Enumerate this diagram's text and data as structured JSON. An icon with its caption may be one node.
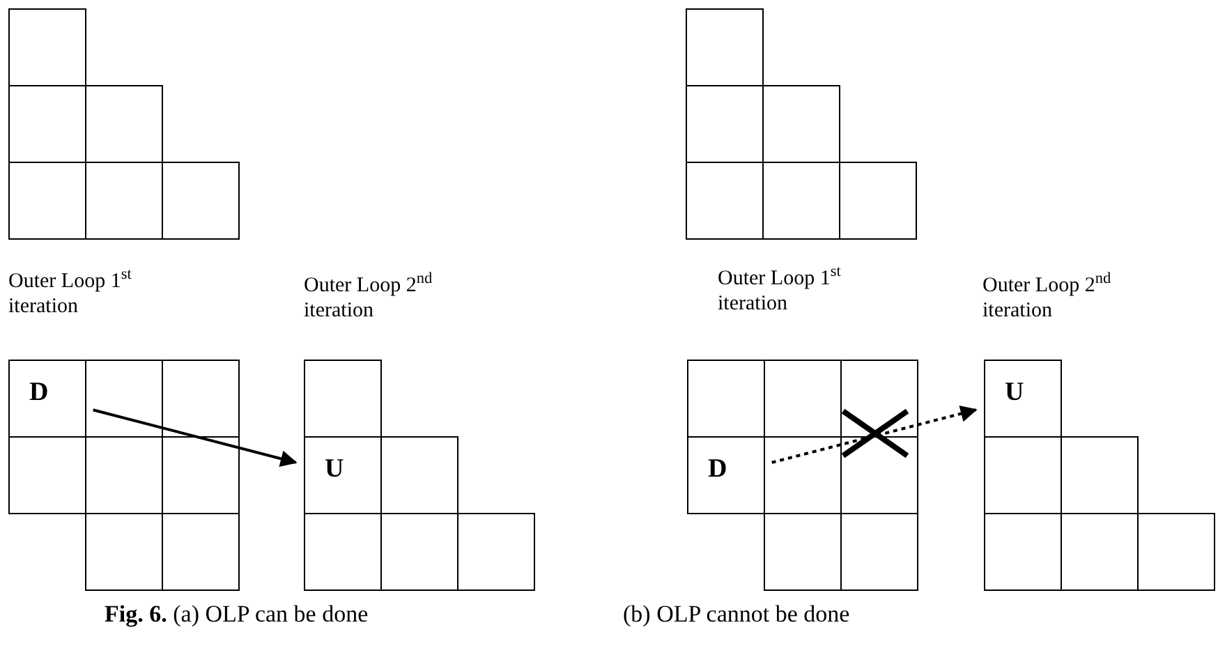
{
  "diagram": {
    "caption": "**Fig. 6.** (a) OLP can be done",
    "nodes": [
      {
        "text": [],
        "shape": "grid"
      },
      {
        "text": [],
        "shape": "grid"
      },
      {
        "text": [],
        "shape": "grid"
      },
      {
        "text": [
          "D"
        ],
        "in": 2
      },
      {
        "text": [],
        "shape": "grid"
      },
      {
        "text": [
          "U"
        ],
        "in": 4
      },
      {
        "text": [],
        "shape": "grid"
      },
      {
        "text": [
          "D"
        ],
        "in": 6
      },
      {
        "text": [],
        "shape": "grid"
      },
      {
        "text": [
          "U"
        ],
        "in": 8
      }
    ],
    "edges": [
      {
        "from": 3,
        "to": 5,
        "arrow": "to"
      },
      {
        "from": 7,
        "to": 9,
        "arrow": "to",
        "style": "dashed"
      }
    ],
    "labels": [
      "Outer Loop 1$^{st}$ iteration",
      "Outer Loop 2$^{nd}$ iteration",
      "Outer Loop 1$^{st}$ iteration",
      "Outer Loop 2$^{nd}$ iteration",
      "(b) OLP cannot be done"
    ]
  }
}
